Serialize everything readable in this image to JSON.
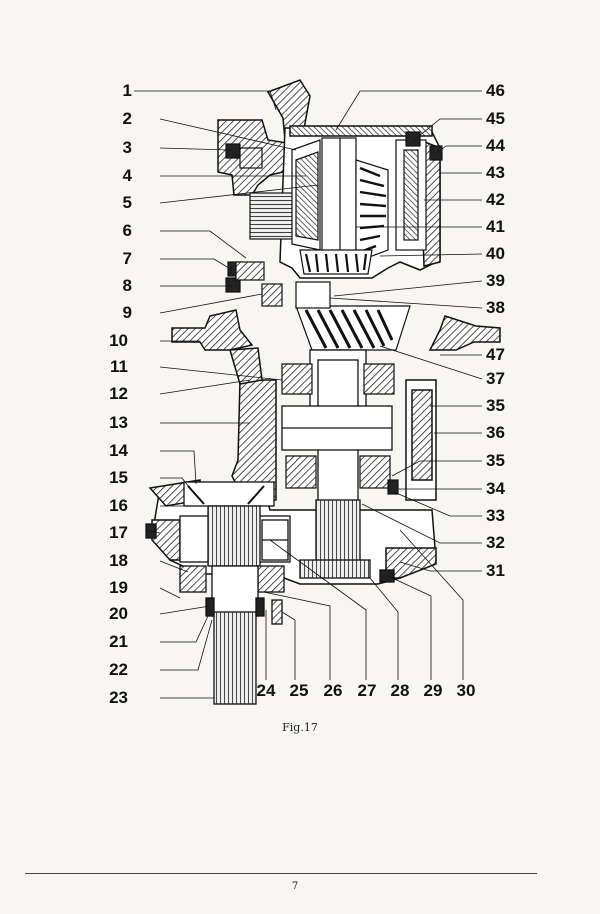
{
  "figure": {
    "caption": "Fig.17",
    "page_number": "7",
    "labels_left": [
      "1",
      "2",
      "3",
      "4",
      "5",
      "6",
      "7",
      "8",
      "9",
      "10",
      "11",
      "12",
      "13",
      "14",
      "15",
      "16",
      "17",
      "18",
      "19",
      "20",
      "21",
      "22",
      "23"
    ],
    "labels_right": [
      "46",
      "45",
      "44",
      "43",
      "42",
      "41",
      "40",
      "39",
      "38",
      "47",
      "37",
      "35",
      "36",
      "35",
      "34",
      "33",
      "32",
      "31"
    ],
    "labels_bottom": [
      "24",
      "25",
      "26",
      "27",
      "28",
      "29",
      "30"
    ]
  }
}
